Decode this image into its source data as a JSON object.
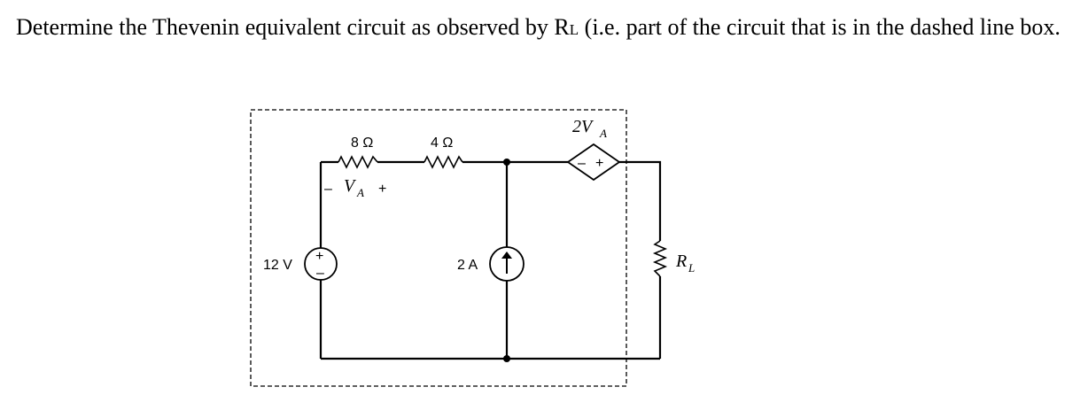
{
  "question": {
    "text_1": "Determine the Thevenin equivalent circuit as observed by R",
    "subscript": "L",
    "text_2": " (i.e. part of the circuit that is in the dashed line box."
  },
  "circuit": {
    "voltage_source_label": "12 V",
    "current_source_label": "2 A",
    "resistor_8_label": "8 Ω",
    "resistor_4_label": "4 Ω",
    "va_minus": "–",
    "va_main": "V",
    "va_sub": "A",
    "va_plus": "+",
    "dep_source_main": "2V",
    "dep_source_sub": "A",
    "dep_minus": "–",
    "dep_plus": "+",
    "plus_sign": "+",
    "minus_sign": "–",
    "load_main": "R",
    "load_sub": "L"
  },
  "colors": {
    "ink": "#000000",
    "background": "#ffffff"
  }
}
